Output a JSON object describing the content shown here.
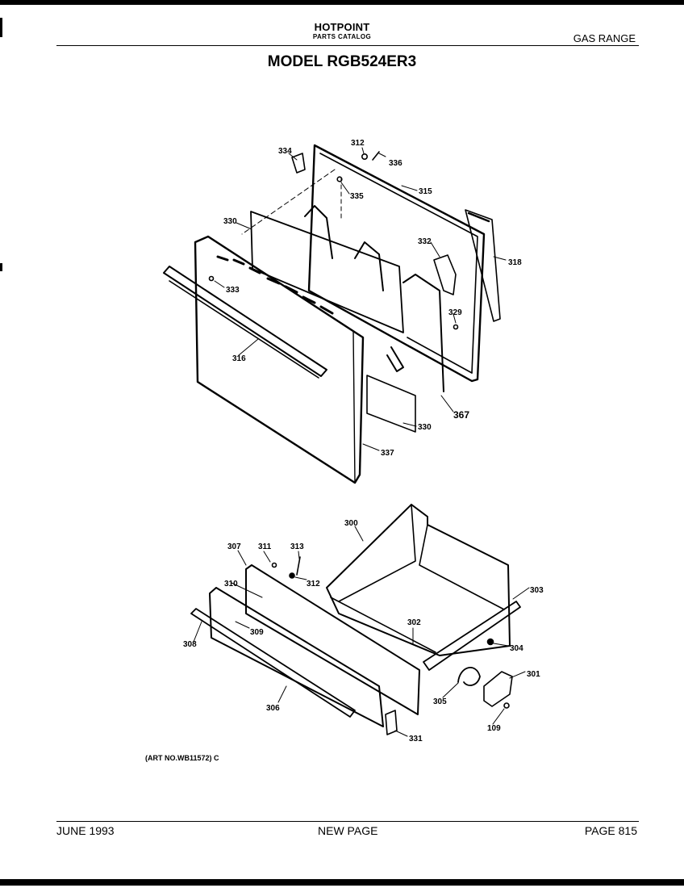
{
  "header": {
    "brand": "HOTPOINT",
    "subtitle": "PARTS CATALOG",
    "category": "GAS RANGE",
    "model_title": "MODEL RGB524ER3"
  },
  "diagram": {
    "art_number": "(ART NO.WB11572) C",
    "callouts": {
      "p334": "334",
      "p312a": "312",
      "p336": "336",
      "p335": "335",
      "p315": "315",
      "p330a": "330",
      "p332": "332",
      "p318": "318",
      "p333": "333",
      "p329": "329",
      "p316": "316",
      "p367": "367",
      "p330b": "330",
      "p337": "337",
      "p300": "300",
      "p307": "307",
      "p311": "311",
      "p313": "313",
      "p312b": "312",
      "p310": "310",
      "p303": "303",
      "p309": "309",
      "p302": "302",
      "p308": "308",
      "p304": "304",
      "p301": "301",
      "p305": "305",
      "p306": "306",
      "p109": "109",
      "p331": "331"
    }
  },
  "footer": {
    "date": "JUNE 1993",
    "center": "NEW PAGE",
    "page": "PAGE 815"
  }
}
